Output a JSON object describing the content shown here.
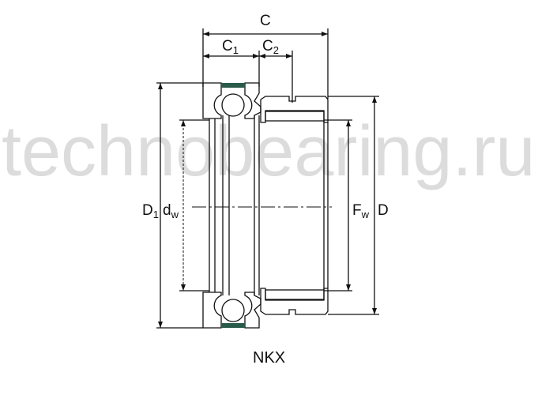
{
  "watermark": "technobearing.ru",
  "dimensions": {
    "C": "C",
    "C1": {
      "base": "C",
      "sub": "1"
    },
    "C2": {
      "base": "C",
      "sub": "2"
    },
    "D1": {
      "base": "D",
      "sub": "1"
    },
    "dw": {
      "base": "d",
      "sub": "w"
    },
    "Fw": {
      "base": "F",
      "sub": "w"
    },
    "D": "D"
  },
  "caption": "NKX",
  "colors": {
    "hatch_fill": "#cfe8df",
    "line": "#111111",
    "watermark": "#dcdcdc"
  }
}
